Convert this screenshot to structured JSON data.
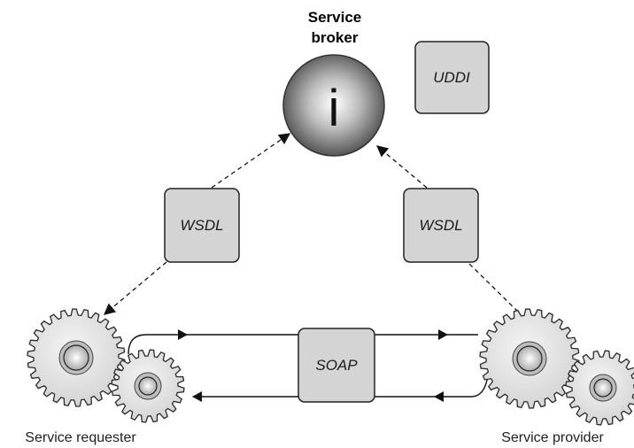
{
  "broker": {
    "title_line1": "Service",
    "title_line2": "broker",
    "glyph": "i"
  },
  "boxes": {
    "uddi": "UDDI",
    "wsdl_left": "WSDL",
    "wsdl_right": "WSDL",
    "soap": "SOAP"
  },
  "actors": {
    "requester": "Service requester",
    "provider": "Service provider"
  },
  "icons": {
    "broker": "info-sphere-icon",
    "requester": "gears-icon",
    "provider": "gears-icon"
  },
  "colors": {
    "box_fill": "#d4d4d4",
    "stroke": "#222222",
    "gear_fill": "#e6e6e6"
  }
}
